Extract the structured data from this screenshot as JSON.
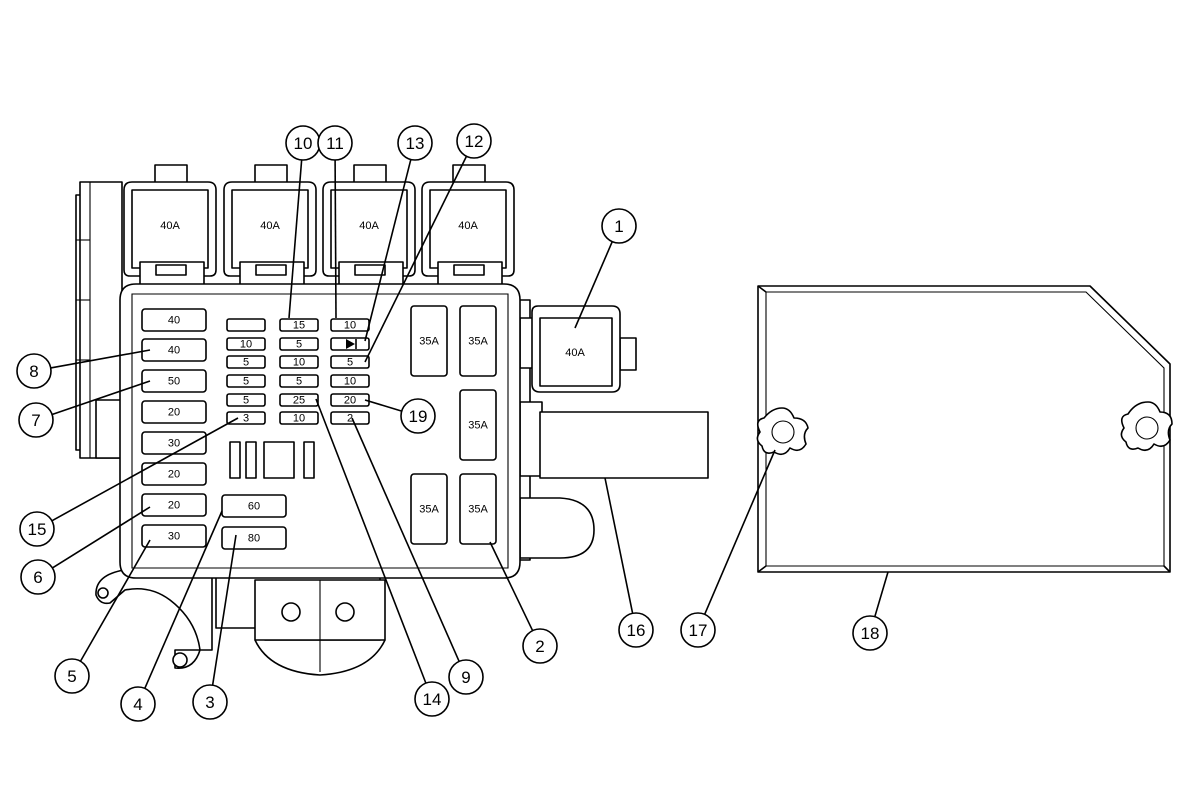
{
  "fuses": {
    "maxi_top": [
      "40A",
      "40A",
      "40A",
      "40A"
    ],
    "maxi_right": "40A",
    "left_column": [
      "40",
      "40",
      "50",
      "20",
      "30",
      "20",
      "20",
      "30"
    ],
    "mini_col_a": [
      "",
      "10",
      "5",
      "5",
      "5",
      "3"
    ],
    "mini_col_b": [
      "15",
      "5",
      "10",
      "5",
      "25",
      "10"
    ],
    "mini_col_c": [
      "10",
      "",
      "5",
      "10",
      "20",
      "2"
    ],
    "large": [
      "60",
      "80"
    ],
    "cartridges": [
      "35A",
      "35A",
      "35A",
      "35A",
      "35A"
    ]
  },
  "callouts": [
    "1",
    "2",
    "3",
    "4",
    "5",
    "6",
    "7",
    "8",
    "9",
    "10",
    "11",
    "12",
    "13",
    "14",
    "15",
    "16",
    "17",
    "18",
    "19"
  ]
}
